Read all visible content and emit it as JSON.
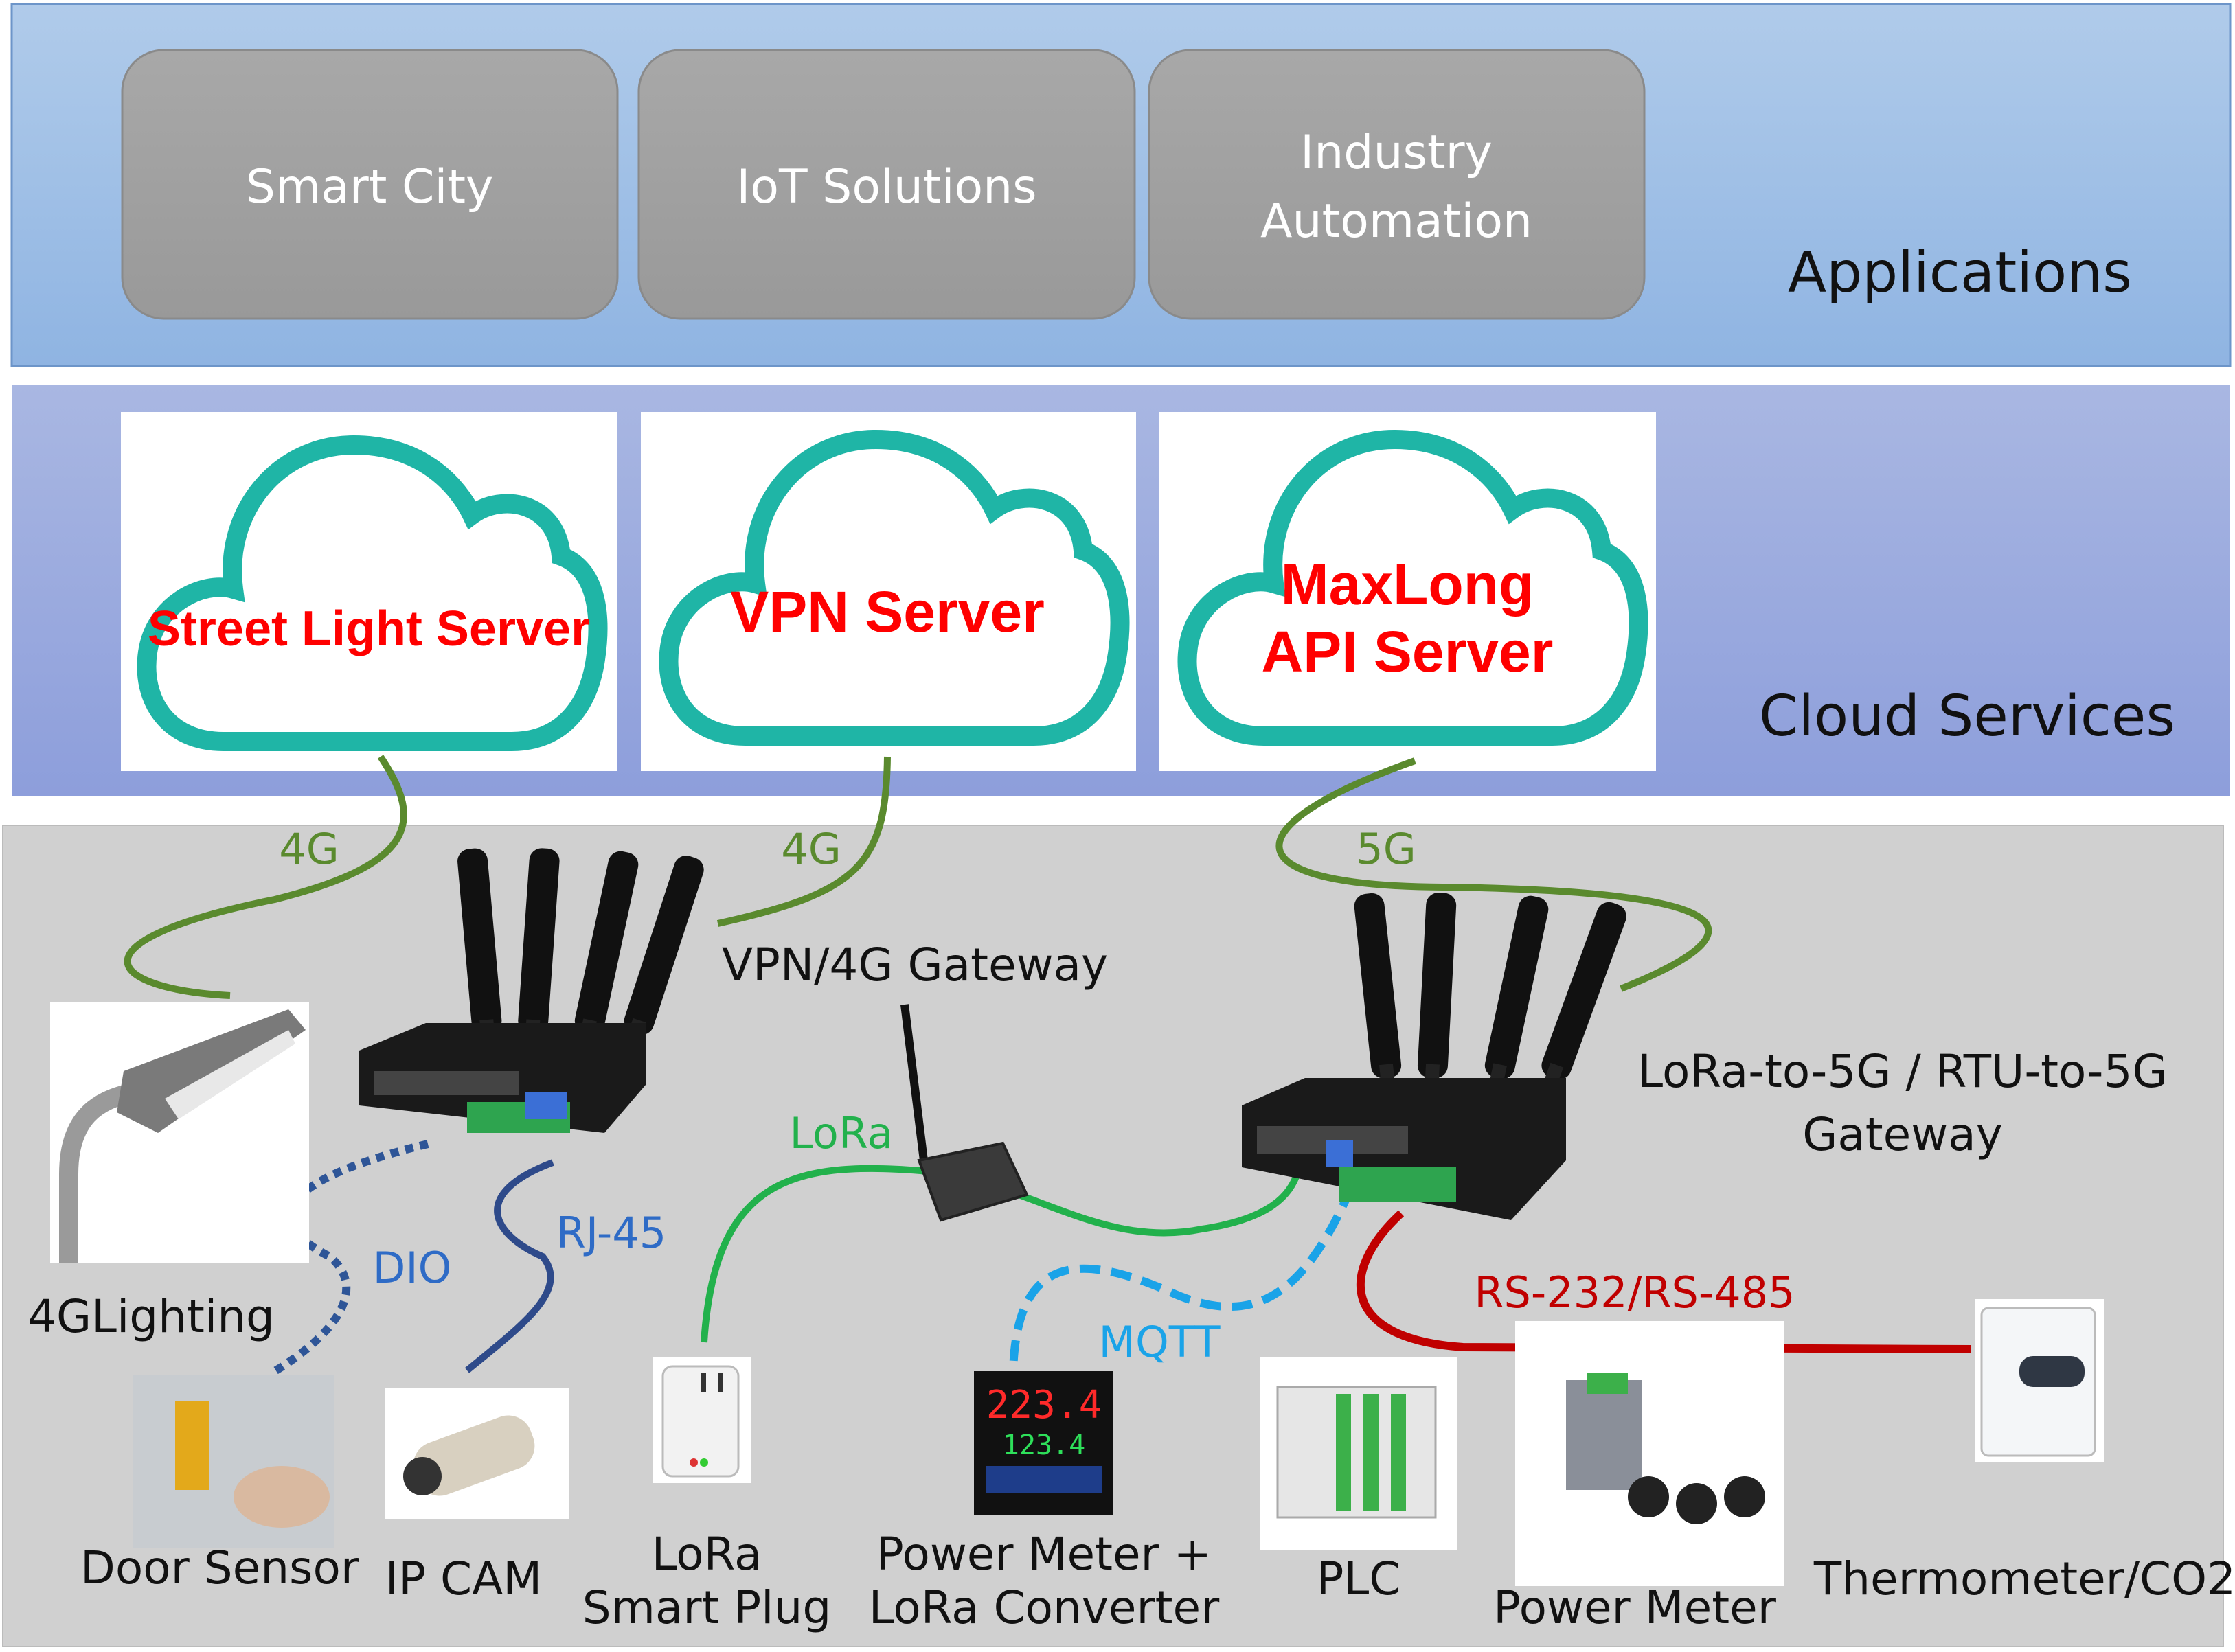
{
  "applications": {
    "title": "Applications",
    "items": [
      {
        "label": "Smart City"
      },
      {
        "label": "IoT Solutions"
      },
      {
        "label_line1": "Industry",
        "label_line2": "Automation"
      }
    ]
  },
  "cloud": {
    "title": "Cloud Services",
    "servers": [
      {
        "label": "Street Light Server"
      },
      {
        "label": "VPN Server"
      },
      {
        "label_line1": "MaxLong",
        "label_line2": "API Server"
      }
    ]
  },
  "connections": {
    "link1": "4G",
    "link2": "4G",
    "link3": "5G",
    "lora": "LoRa",
    "dio": "DIO",
    "rj45": "RJ-45",
    "mqtt": "MQTT",
    "serial": "RS-232/RS-485"
  },
  "gateways": {
    "vpn": "VPN/4G Gateway",
    "lora_line1": "LoRa-to-5G / RTU-to-5G",
    "lora_line2": "Gateway"
  },
  "devices": {
    "lighting": "4GLighting",
    "door": "Door Sensor",
    "ipcam": "IP CAM",
    "plug_line1": "LoRa",
    "plug_line2": "Smart Plug",
    "pm_line1": "Power Meter +",
    "pm_line2": "LoRa Converter",
    "pm_display1": "223.4",
    "pm_display2": "123.4",
    "plc": "PLC",
    "meter": "Power Meter",
    "thermo": "Thermometer/CO2"
  },
  "colors": {
    "applications_band": "#9dbde6",
    "cloud_band": "#98a8dd",
    "device_band": "#d0d0d0",
    "cloud_outline": "#1fb5a6",
    "server_text": "#ff0000",
    "cellular_line": "#5a8a2e",
    "lora_line": "#22b14c",
    "dio_line": "#2e5597",
    "rj45_line": "#2e4a8a",
    "mqtt_line": "#1aa3e8",
    "serial_line": "#c00000"
  }
}
